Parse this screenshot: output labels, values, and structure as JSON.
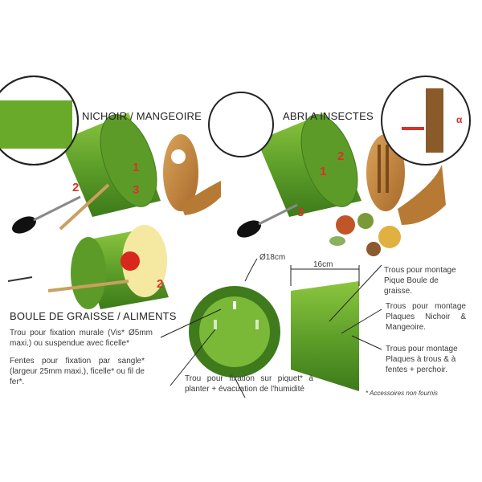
{
  "titles": {
    "nichoir": "NICHOIR / MANGEOIRE",
    "abri": "ABRI A INSECTES",
    "boule": "BOULE DE GRAISSE / ALIMENTS"
  },
  "dimensions": {
    "diameter": "Ø18cm",
    "length": "16cm"
  },
  "step_numbers": [
    "1",
    "2",
    "3"
  ],
  "angle_label": "α",
  "annotations": {
    "wall_hole": "Trou pour fixation murale (Vis* Ø5mm maxi.) ou suspendue avec ficelle*",
    "slots": "Fentes pour fixation par sangle* (largeur 25mm maxi.), ficelle* ou fil de fer*.",
    "stake_hole": "Trou pour fixation sur piquet* à planter + évacuation de l'humidité",
    "holes_fat_ball": "Trous pour montage Pique Boule de graisse.",
    "holes_nest_plates": "Trous pour montage Plaques Nichoir & Mangeoire.",
    "holes_insect_plates": "Trous pour montage Plaques à trous & à fentes + perchoir."
  },
  "footnote": "* Accessoires non fournis",
  "colors": {
    "pot_green": "#6aaa2a",
    "pot_dark": "#3f7a1c",
    "wood": "#c8893e",
    "step_red": "#d8322a"
  }
}
